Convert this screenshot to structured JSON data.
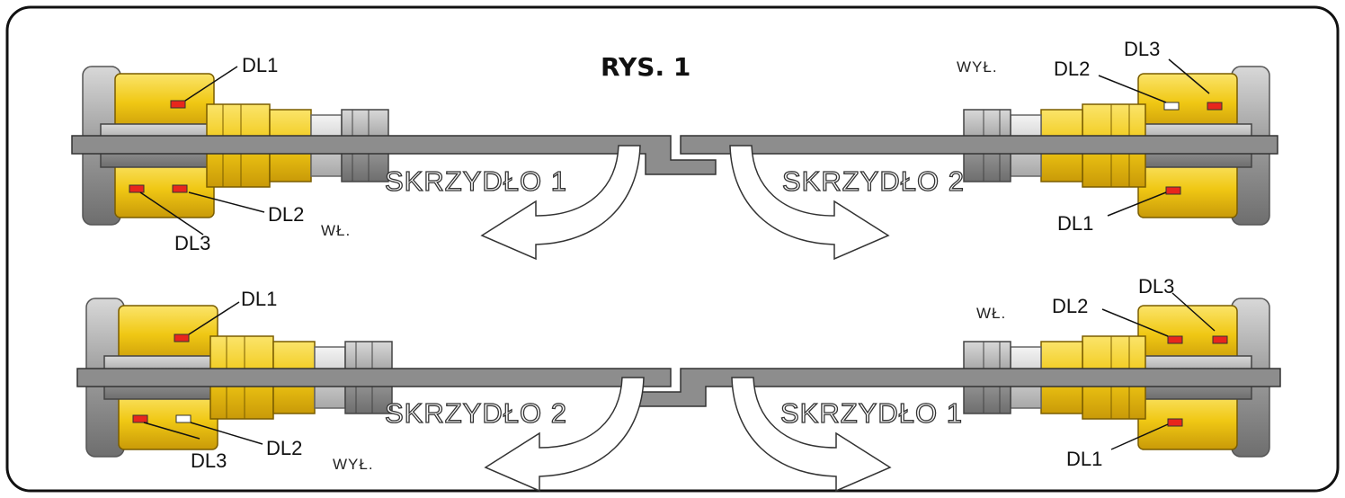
{
  "title": "RYS. 1",
  "labels": {
    "dl1": "DL1",
    "dl2": "DL2",
    "dl3": "DL3",
    "wyl": "WYŁ.",
    "wl": "WŁ.",
    "leaf1": "SKRZYDŁO 1",
    "leaf2": "SKRZYDŁO 2"
  },
  "colors": {
    "motor_yellow": "#f2cf1a",
    "led_red": "#e8261c",
    "led_off": "#ffffff",
    "leaf_gray": "#8d8d8d",
    "frame": "#111111"
  }
}
